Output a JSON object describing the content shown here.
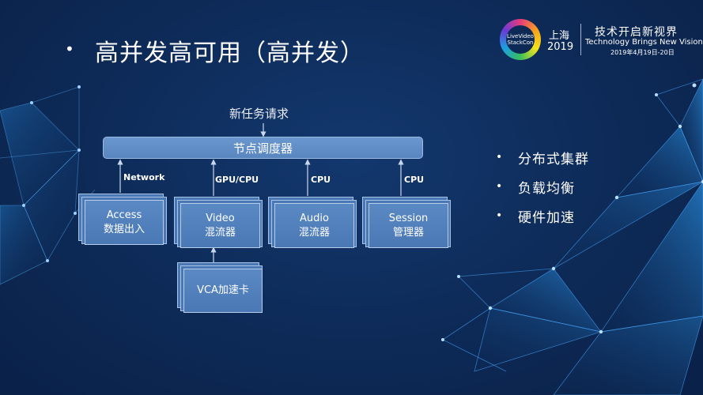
{
  "title": {
    "bullet": "•",
    "text": "高并发高可用（高并发）"
  },
  "logo": {
    "badge_line1": "LiveVideo",
    "badge_line2": "StackCon",
    "city": "上海",
    "year": "2019",
    "slogan_cn": "技术开启新视界",
    "slogan_en": "Technology Brings New Vision",
    "date": "2019年4月19日-20日"
  },
  "diagram": {
    "new_task": "新任务请求",
    "scheduler": "节点调度器",
    "connections": [
      "Network",
      "GPU/CPU",
      "CPU",
      "CPU"
    ],
    "modules": [
      {
        "line1": "Access",
        "line2": "数据出入"
      },
      {
        "line1": "Video",
        "line2": "混流器"
      },
      {
        "line1": "Audio",
        "line2": "混流器"
      },
      {
        "line1": "Session",
        "line2": "管理器"
      }
    ],
    "accelerator": "VCA加速卡"
  },
  "bullets": [
    {
      "dot": "•",
      "text": "分布式集群"
    },
    {
      "dot": "•",
      "text": "负载均衡"
    },
    {
      "dot": "•",
      "text": "硬件加速"
    }
  ]
}
